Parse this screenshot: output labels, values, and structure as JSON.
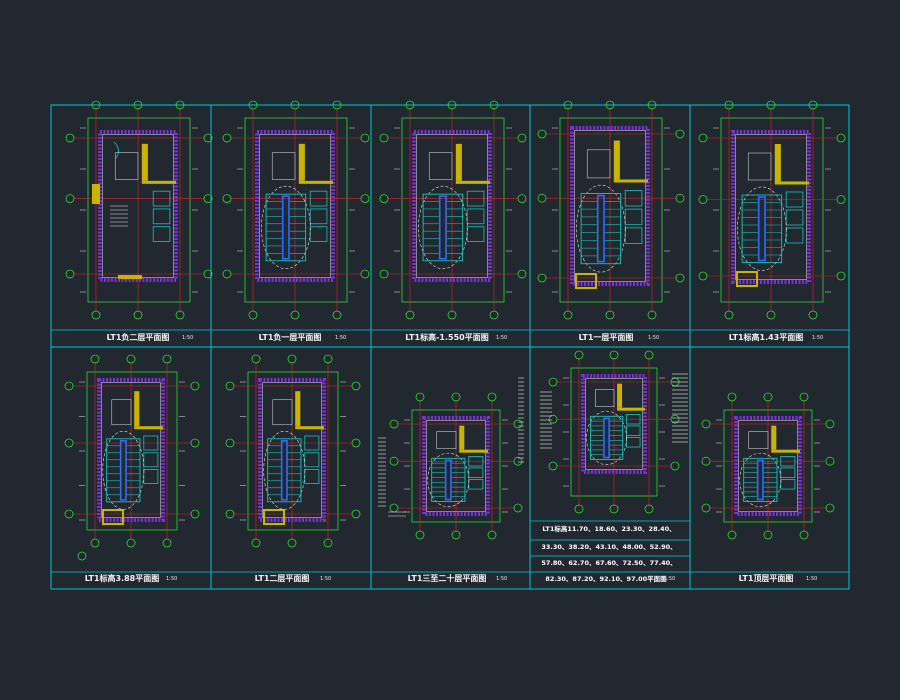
{
  "title": "",
  "colors": {
    "background": "#212830",
    "frame": "#00c8d2",
    "gridline": "#e02020",
    "wall_fill": "#c9b400",
    "wall_hatch": "#7a2fd8",
    "dimension": "#2fd92f",
    "stair": "#18c3b6",
    "stair_core": "#2d6cff",
    "annotation": "#e8e8e8"
  },
  "sheets": [
    {
      "id": "p1",
      "caption": "LT1负二层平面图",
      "scale": "1:50",
      "stair": false
    },
    {
      "id": "p2",
      "caption": "LT1负一层平面图",
      "scale": "1:50",
      "stair": true
    },
    {
      "id": "p3",
      "caption": "LT1标高-1.550平面图",
      "scale": "1:50",
      "stair": true
    },
    {
      "id": "p4",
      "caption": "LT1一层平面图",
      "scale": "1:50",
      "stair": true
    },
    {
      "id": "p5",
      "caption": "LT1标高1.43平面图",
      "scale": "1:50",
      "stair": true
    },
    {
      "id": "p6",
      "caption": "LT1标高3.88平面图",
      "scale": "1:50",
      "stair": true
    },
    {
      "id": "p7",
      "caption": "LT1二层平面图",
      "scale": "1:50",
      "stair": true
    },
    {
      "id": "p8",
      "caption": "LT1三至二十层平面图",
      "scale": "1:50",
      "stair": true
    },
    {
      "id": "p9",
      "caption_lines": [
        "LT1标高11.70、18.60、23.30、28.40、",
        "33.30、38.20、43.10、48.00、52.90、",
        "57.80、62.70、67.60、72.50、77.40、",
        "82.30、87.20、92.10、97.00平面图"
      ],
      "scale": "1:50",
      "stair": true
    },
    {
      "id": "p10",
      "caption": "LT1顶层平面图",
      "scale": "1:50",
      "stair": true
    }
  ]
}
